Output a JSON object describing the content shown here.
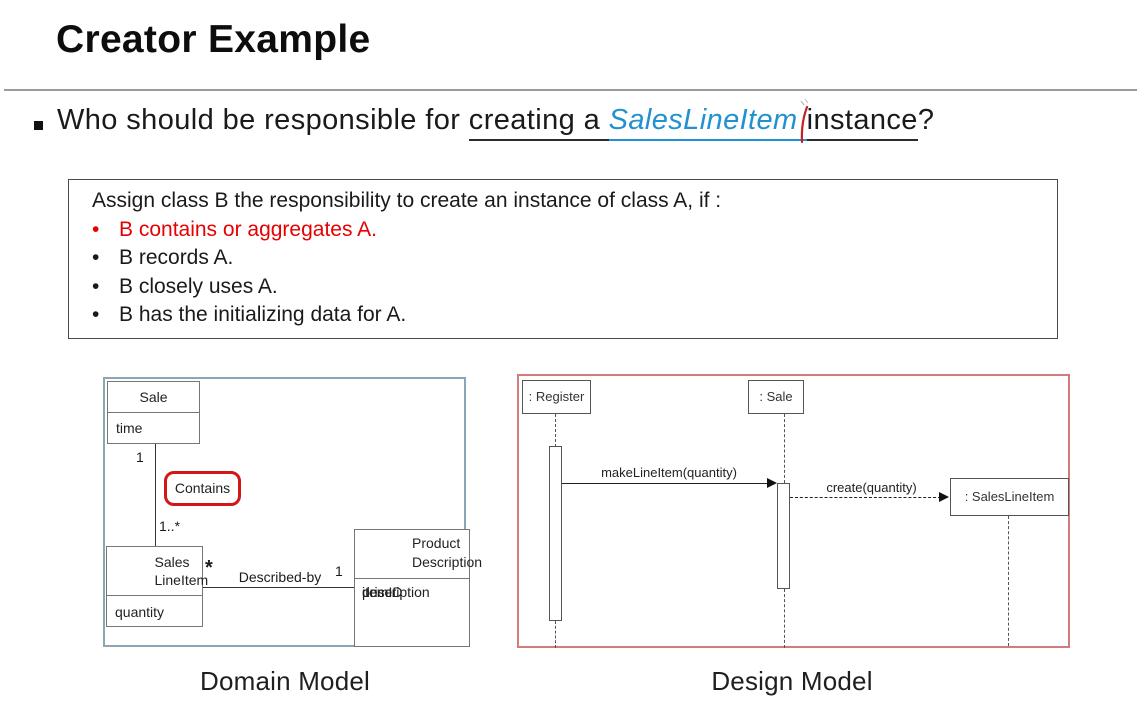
{
  "slide_title": "Creator Example",
  "question": {
    "prefix": "Who should be responsible for ",
    "underline_1": "creating a ",
    "class_name": "SalesLineItem",
    "underline_2": "instance",
    "suffix": "?"
  },
  "rules_box": {
    "bullet_char": "•",
    "intro": "Assign class B the responsibility to create an instance of class A, if :",
    "items": [
      {
        "text": "B contains or aggregates A.",
        "emphasis": true
      },
      {
        "text": "B records A.",
        "emphasis": false
      },
      {
        "text": "B closely uses A.",
        "emphasis": false
      },
      {
        "text": "B has the initializing data for A.",
        "emphasis": false
      }
    ]
  },
  "domain_model": {
    "caption": "Domain Model",
    "sale": {
      "name": "Sale",
      "attr": "time"
    },
    "contains": {
      "label": "Contains",
      "mult_sale": "1",
      "mult_items": "1..*"
    },
    "sales_line_item": {
      "name_line1": "Sales",
      "name_line2": "LineItem",
      "attr": "quantity"
    },
    "described_by": {
      "label": "Described-by",
      "mult_left": "*",
      "mult_right": "1"
    },
    "product_description": {
      "name_line1": "Product",
      "name_line2": "Description",
      "attrs": [
        "description",
        "price",
        "itemID"
      ]
    }
  },
  "design_model": {
    "caption": "Design Model",
    "register_label": ": Register",
    "sale_label": ": Sale",
    "sales_line_item_label": ": SalesLineItem",
    "msg_make_line_item": "makeLineItem(quantity)",
    "msg_create": "create(quantity)"
  },
  "colors": {
    "emphasis_red": "#e60000",
    "class_name_blue": "#2191d0",
    "contains_border_red": "#d31616",
    "domain_frame": "#8ba6b4",
    "design_frame": "#d47c7c"
  }
}
